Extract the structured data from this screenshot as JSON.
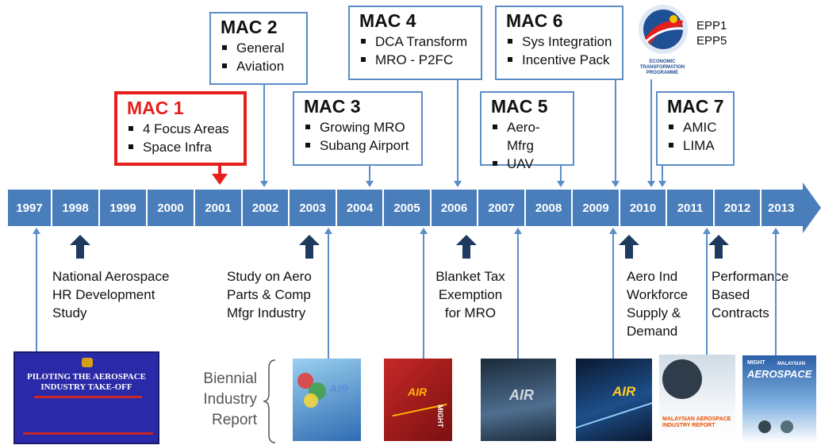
{
  "timeline": {
    "years": [
      "1997",
      "1998",
      "1999",
      "2000",
      "2001",
      "2002",
      "2003",
      "2004",
      "2005",
      "2006",
      "2007",
      "2008",
      "2009",
      "2010",
      "2011",
      "2012",
      "2013"
    ]
  },
  "macs": [
    {
      "title": "MAC 1",
      "items": [
        "4 Focus Areas",
        "Space Infra"
      ]
    },
    {
      "title": "MAC 2",
      "items": [
        "General",
        "Aviation"
      ]
    },
    {
      "title": "MAC 3",
      "items": [
        "Growing MRO",
        "Subang Airport"
      ]
    },
    {
      "title": "MAC 4",
      "items": [
        "DCA Transform",
        "MRO - P2FC"
      ]
    },
    {
      "title": "MAC 5",
      "items": [
        "Aero-Mfrg",
        "UAV"
      ]
    },
    {
      "title": "MAC 6",
      "items": [
        "Sys Integration",
        "Incentive Pack"
      ]
    },
    {
      "title": "MAC 7",
      "items": [
        "AMIC",
        "LIMA"
      ]
    }
  ],
  "etp": {
    "labels": [
      "EPP1",
      "EPP5"
    ],
    "logo_line1": "ECONOMIC",
    "logo_line2": "TRANSFORMATION",
    "logo_line3": "PROGRAMME"
  },
  "events": [
    [
      "National Aerospace",
      "HR Development",
      "Study"
    ],
    [
      "Study on Aero",
      "Parts & Comp",
      "Mfgr Industry"
    ],
    [
      "Blanket Tax",
      "Exemption",
      "for MRO"
    ],
    [
      "Aero Ind",
      "Workforce",
      "Supply &",
      "Demand"
    ],
    [
      "Performance",
      "Based",
      "Contracts"
    ]
  ],
  "biennial": [
    "Biennial",
    "Industry",
    "Report"
  ],
  "covers": {
    "c1_line1": "PILOTING THE AEROSPACE",
    "c1_line2": "INDUSTRY TAKE-OFF",
    "air": "AIR",
    "c6_title": "MALAYSIAN AEROSPACE INDUSTRY REPORT",
    "c7_title": "AEROSPACE",
    "c7_sub": "MALAYSIAN",
    "mark": "MIGHT"
  },
  "colors": {
    "accent": "#4a7ebb",
    "highlight": "#e5201c",
    "arrow_dark": "#1f3a5f"
  }
}
